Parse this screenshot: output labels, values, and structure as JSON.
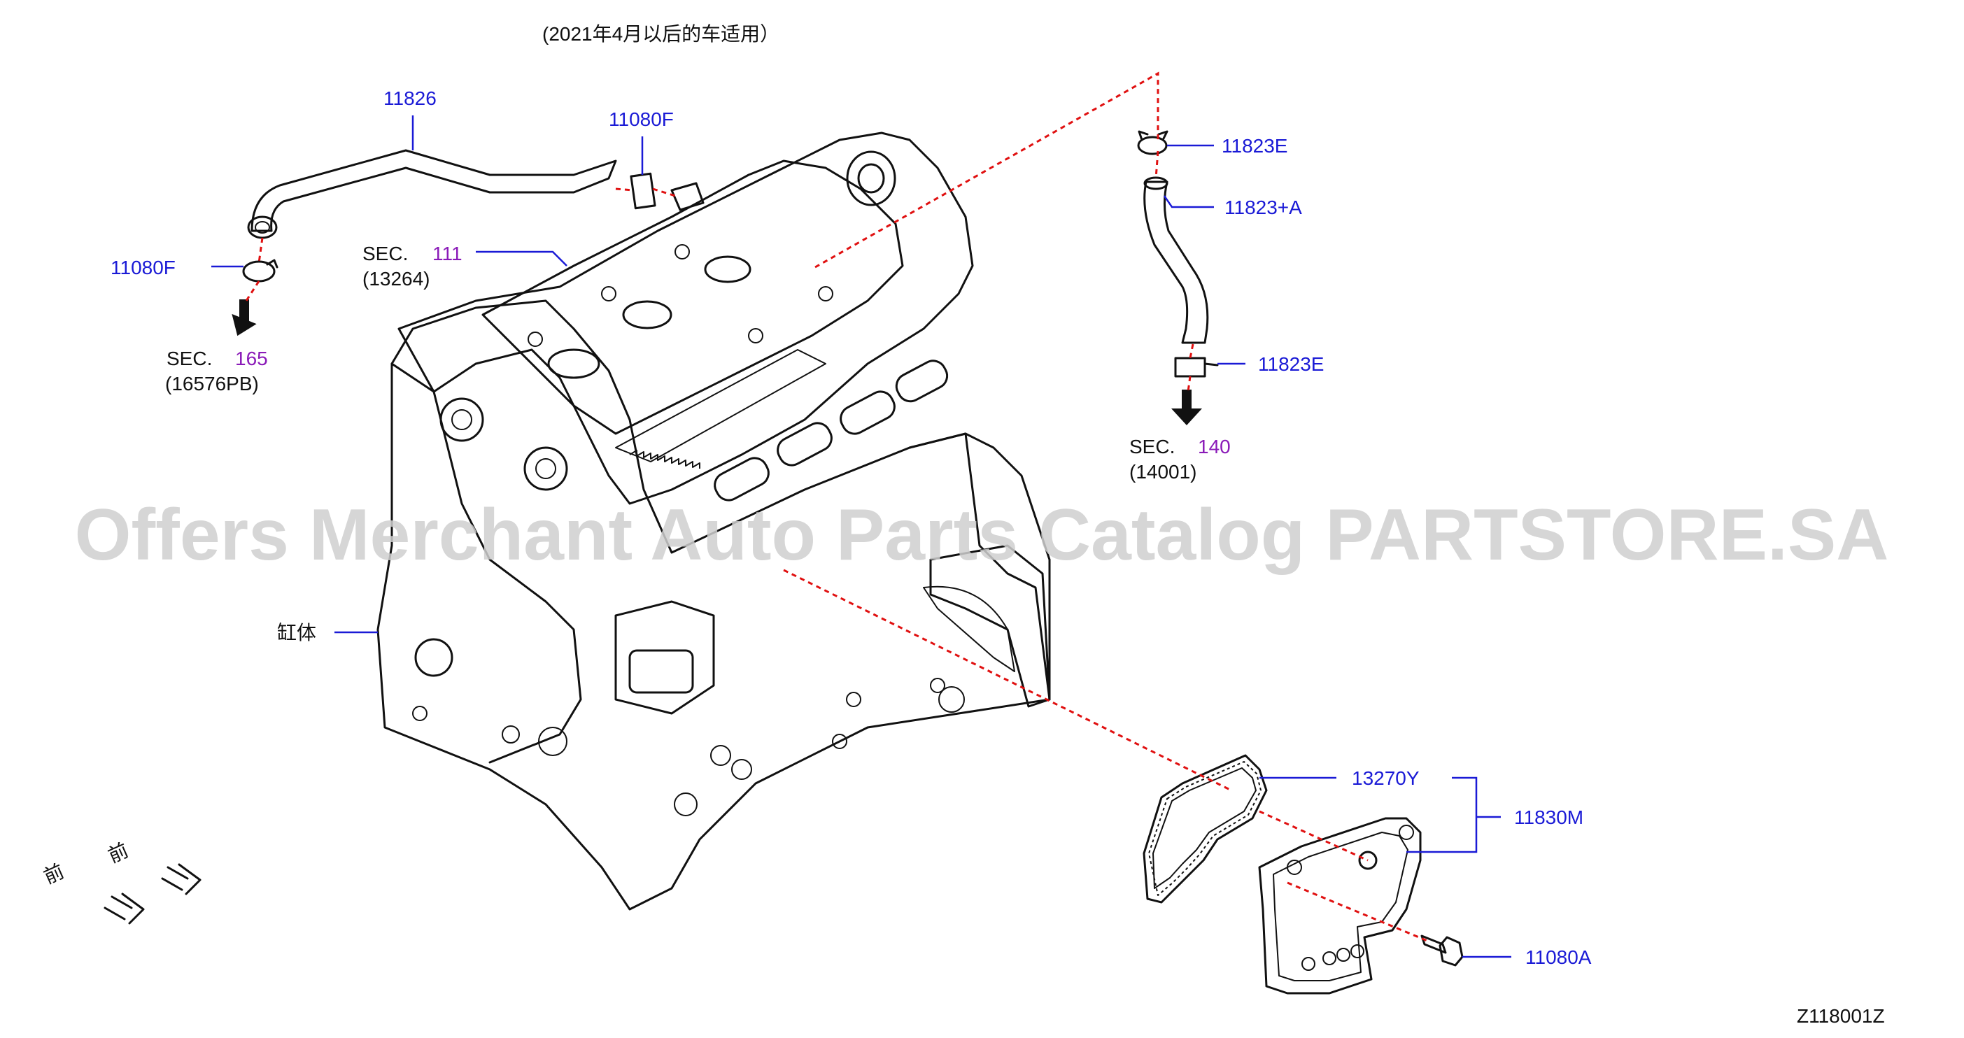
{
  "header": {
    "note": "(2021年4月以后的车适用）"
  },
  "labels": {
    "p11826": "11826",
    "p11080F_top": "11080F",
    "p11080F_left": "11080F",
    "p11823E_top": "11823E",
    "p11823A": "11823+A",
    "p11823E_bottom": "11823E",
    "p13270Y": "13270Y",
    "p11830M": "11830M",
    "p11080A": "11080A",
    "cylinder_block": "缸体",
    "diagram_code": "Z118001Z"
  },
  "sections": {
    "sec111": {
      "prefix": "SEC.",
      "num": "111",
      "ref": "(13264)"
    },
    "sec165": {
      "prefix": "SEC.",
      "num": "165",
      "ref": "(16576PB)"
    },
    "sec140": {
      "prefix": "SEC.",
      "num": "140",
      "ref": "(14001)"
    }
  },
  "front": {
    "label_a": "前",
    "label_b": "前"
  },
  "watermark": "Offers Merchant Auto Parts Catalog PARTSTORE.SA",
  "colors": {
    "part_number": "#1a1ad6",
    "section_number": "#8a1ab8",
    "dashed_line": "#e01010",
    "drawing": "#111111"
  }
}
